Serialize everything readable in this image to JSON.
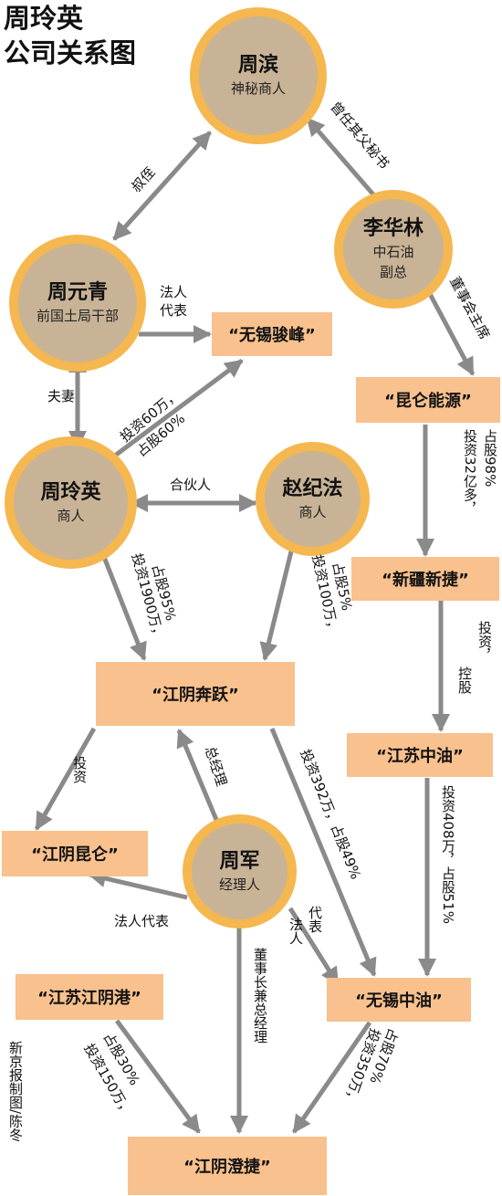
{
  "title": [
    "周玲英",
    "公司关系图"
  ],
  "people": {
    "zhoubin": {
      "name": "周滨",
      "role": "神秘商人"
    },
    "lihualin": {
      "name": "李华林",
      "role": [
        "中石油",
        "副总"
      ]
    },
    "zhouyuanqing": {
      "name": "周元青",
      "role": "前国土局干部"
    },
    "zhoulingying": {
      "name": "周玲英",
      "role": "商人"
    },
    "zhaojifa": {
      "name": "赵纪法",
      "role": "商人"
    },
    "zhoujun": {
      "name": "周军",
      "role": "经理人"
    }
  },
  "companies": {
    "wuxi_junfeng": "“无锡骏峰”",
    "kunlun_energy": "“昆仑能源”",
    "xinjiang_xinjie": "“新疆新捷”",
    "jiangsu_zhongyou": "“江苏中油”",
    "jiangyin_benyue": "“江阴奔跃”",
    "jiangyin_kunlun": "“江阴昆仑”",
    "wuxi_zhongyou": "“无锡中油”",
    "jiangsu_jiangyingang": "“江苏江阴港”",
    "jiangyin_chengjie": "“江阴澄捷”"
  },
  "labels": {
    "shuzhi": "叔侄",
    "mishu": "曾任其父秘书",
    "fuqi": "夫妻",
    "faren_junfeng": [
      "法人",
      "代表"
    ],
    "invest_junfeng": [
      "投资60万，",
      "占股60%"
    ],
    "dongshihui": "董事会主席",
    "partner": "合伙人",
    "kunlun_xinjie": [
      "占股98%",
      "投资32亿多，"
    ],
    "xinjie_jiangsu": [
      "投资，",
      "控股"
    ],
    "zly_benyue": [
      "占股95%",
      "投资1900万，"
    ],
    "zjf_benyue": [
      "占股5%",
      "投资100万，"
    ],
    "benyue_kunlun": "投资",
    "zongjingli": "总经理",
    "benyue_wuxi": "投资392万，占股49%",
    "jiangsu_wuxi": "投资408万，占股51%",
    "faren_kunlun": "法人代表",
    "faren_wuxi": [
      "法人",
      "代表"
    ],
    "dongshizhang": "董事长兼总经理",
    "gang_chengjie": [
      "占股30%",
      "投资150万，"
    ],
    "wuxi_chengjie": [
      "占股70%",
      "投资350万，"
    ]
  },
  "credit": "新京报制图/陈冬",
  "colors": {
    "circle_ring": "#f5b74f",
    "circle_fill": "#c8b396",
    "company_fill": "#f8c18d",
    "arrow": "#8a8a8a"
  }
}
